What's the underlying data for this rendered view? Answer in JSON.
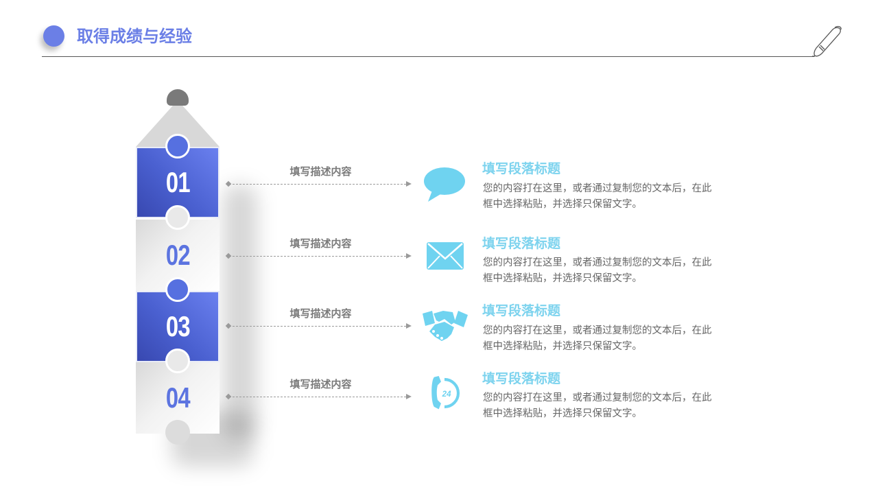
{
  "header": {
    "title": "取得成绩与经验",
    "accent_color": "#6b7fe6",
    "icon": "pen-icon"
  },
  "pencil": {
    "blocks": [
      {
        "number": "01",
        "style": "blue"
      },
      {
        "number": "02",
        "style": "gray"
      },
      {
        "number": "03",
        "style": "blue"
      },
      {
        "number": "04",
        "style": "gray"
      }
    ]
  },
  "connectors": [
    {
      "label": "填写描述内容"
    },
    {
      "label": "填写描述内容"
    },
    {
      "label": "填写描述内容"
    },
    {
      "label": "填写描述内容"
    }
  ],
  "items": [
    {
      "icon": "speech-bubble-icon",
      "title": "填写段落标题",
      "desc_line1": "您的内容打在这里，或者通过复制您的文本后，在此",
      "desc_line2": "框中选择粘贴，并选择只保留文字。"
    },
    {
      "icon": "envelope-icon",
      "title": "填写段落标题",
      "desc_line1": "您的内容打在这里，或者通过复制您的文本后，在此",
      "desc_line2": "框中选择粘贴，并选择只保留文字。"
    },
    {
      "icon": "handshake-icon",
      "title": "填写段落标题",
      "desc_line1": "您的内容打在这里，或者通过复制您的文本后，在此",
      "desc_line2": "框中选择粘贴，并选择只保留文字。"
    },
    {
      "icon": "phone-24-icon",
      "title": "填写段落标题",
      "desc_line1": "您的内容打在这里，或者通过复制您的文本后，在此",
      "desc_line2": "框中选择粘贴，并选择只保留文字。",
      "icon_text": "24"
    }
  ],
  "colors": {
    "block_blue": "#4a60d0",
    "number_blue": "#5c74e0",
    "item_title": "#7dd3ee",
    "icon_cyan": "#6fd3f0",
    "body_text": "#666666",
    "connector_text": "#7a7a7a"
  }
}
